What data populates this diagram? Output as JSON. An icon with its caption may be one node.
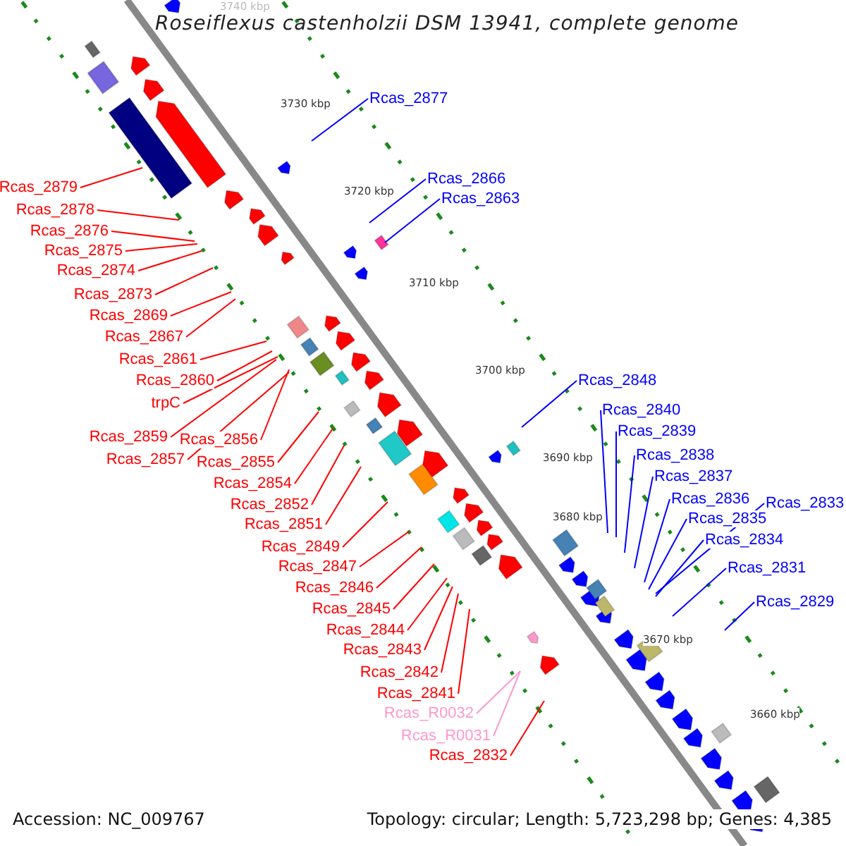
{
  "diagram": {
    "title": "Roseiflexus castenholzii DSM 13941, complete genome",
    "nodes": [
      {
        "text": [
          "Rcas_2879"
        ]
      },
      {
        "text": [
          "Rcas_2878"
        ]
      },
      {
        "text": [
          "Rcas_2876"
        ]
      },
      {
        "text": [
          "Rcas_2875"
        ]
      },
      {
        "text": [
          "Rcas_2874"
        ]
      },
      {
        "text": [
          "Rcas_2873"
        ]
      },
      {
        "text": [
          "Rcas_2869"
        ]
      },
      {
        "text": [
          "Rcas_2867"
        ]
      },
      {
        "text": [
          "Rcas_2861"
        ]
      },
      {
        "text": [
          "Rcas_2860"
        ]
      },
      {
        "text": [
          "trpC"
        ]
      },
      {
        "text": [
          "Rcas_2859"
        ]
      },
      {
        "text": [
          "Rcas_2856"
        ]
      },
      {
        "text": [
          "Rcas_2857"
        ]
      },
      {
        "text": [
          "Rcas_2855"
        ]
      },
      {
        "text": [
          "Rcas_2854"
        ]
      },
      {
        "text": [
          "Rcas_2852"
        ]
      },
      {
        "text": [
          "Rcas_2851"
        ]
      },
      {
        "text": [
          "Rcas_2849"
        ]
      },
      {
        "text": [
          "Rcas_2847"
        ]
      },
      {
        "text": [
          "Rcas_2846"
        ]
      },
      {
        "text": [
          "Rcas_2845"
        ]
      },
      {
        "text": [
          "Rcas_2844"
        ]
      },
      {
        "text": [
          "Rcas_2843"
        ]
      },
      {
        "text": [
          "Rcas_2842"
        ]
      },
      {
        "text": [
          "Rcas_2841"
        ]
      },
      {
        "text": [
          "Rcas_R0032"
        ]
      },
      {
        "text": [
          "Rcas_R0031"
        ]
      },
      {
        "text": [
          "Rcas_2832"
        ]
      },
      {
        "text": [
          "Rcas_2877"
        ]
      },
      {
        "text": [
          "Rcas_2866"
        ]
      },
      {
        "text": [
          "Rcas_2863"
        ]
      },
      {
        "text": [
          "Rcas_2848"
        ]
      },
      {
        "text": [
          "Rcas_2840"
        ]
      },
      {
        "text": [
          "Rcas_2839"
        ]
      },
      {
        "text": [
          "Rcas_2838"
        ]
      },
      {
        "text": [
          "Rcas_2837"
        ]
      },
      {
        "text": [
          "Rcas_2836"
        ]
      },
      {
        "text": [
          "Rcas_2835"
        ]
      },
      {
        "text": [
          "Rcas_2833"
        ]
      },
      {
        "text": [
          "Rcas_2834"
        ]
      },
      {
        "text": [
          "Rcas_2831"
        ]
      },
      {
        "text": [
          "Rcas_2829"
        ]
      }
    ],
    "edges": [
      {
        "from": 0,
        "to": null,
        "arrow": "none"
      },
      {
        "from": 1,
        "to": null,
        "arrow": "none"
      },
      {
        "from": 2,
        "to": null,
        "arrow": "none"
      },
      {
        "from": 3,
        "to": null,
        "arrow": "none"
      },
      {
        "from": 4,
        "to": null,
        "arrow": "none"
      },
      {
        "from": 5,
        "to": null,
        "arrow": "none"
      },
      {
        "from": 6,
        "to": null,
        "arrow": "none"
      },
      {
        "from": 7,
        "to": null,
        "arrow": "none"
      },
      {
        "from": 8,
        "to": null,
        "arrow": "none"
      },
      {
        "from": 9,
        "to": null,
        "arrow": "none"
      },
      {
        "from": 10,
        "to": null,
        "arrow": "none"
      },
      {
        "from": 11,
        "to": null,
        "arrow": "none"
      },
      {
        "from": 12,
        "to": null,
        "arrow": "none"
      },
      {
        "from": 13,
        "to": null,
        "arrow": "none"
      },
      {
        "from": 14,
        "to": null,
        "arrow": "none"
      },
      {
        "from": 15,
        "to": null,
        "arrow": "none"
      },
      {
        "from": 16,
        "to": null,
        "arrow": "none"
      },
      {
        "from": 17,
        "to": null,
        "arrow": "none"
      },
      {
        "from": 18,
        "to": null,
        "arrow": "none"
      },
      {
        "from": 19,
        "to": null,
        "arrow": "none"
      },
      {
        "from": 20,
        "to": null,
        "arrow": "none"
      },
      {
        "from": 21,
        "to": null,
        "arrow": "none"
      },
      {
        "from": 22,
        "to": null,
        "arrow": "none"
      },
      {
        "from": 23,
        "to": null,
        "arrow": "none"
      },
      {
        "from": 24,
        "to": null,
        "arrow": "none"
      },
      {
        "from": 25,
        "to": null,
        "arrow": "none"
      },
      {
        "from": 26,
        "to": null,
        "arrow": "none",
        "color": "#ff99cc"
      },
      {
        "from": 27,
        "to": null,
        "arrow": "none",
        "color": "#ff99cc"
      },
      {
        "from": 28,
        "to": null,
        "arrow": "none"
      },
      {
        "from": 29,
        "to": null,
        "arrow": "none",
        "color": "#0000ff"
      },
      {
        "from": 30,
        "to": null,
        "arrow": "none",
        "color": "#0000ff"
      },
      {
        "from": 31,
        "to": null,
        "arrow": "none",
        "color": "#0000ff"
      },
      {
        "from": 32,
        "to": null,
        "arrow": "none",
        "color": "#0000ff"
      },
      {
        "from": 33,
        "to": null,
        "arrow": "none",
        "color": "#0000ff"
      },
      {
        "from": 34,
        "to": null,
        "arrow": "none",
        "color": "#0000ff"
      },
      {
        "from": 35,
        "to": null,
        "arrow": "none",
        "color": "#0000ff"
      },
      {
        "from": 36,
        "to": null,
        "arrow": "none",
        "color": "#0000ff"
      },
      {
        "from": 37,
        "to": null,
        "arrow": "none",
        "color": "#0000ff"
      },
      {
        "from": 38,
        "to": null,
        "arrow": "none",
        "color": "#0000ff"
      },
      {
        "from": 39,
        "to": null,
        "arrow": "none",
        "color": "#0000ff"
      },
      {
        "from": 40,
        "to": null,
        "arrow": "none",
        "color": "#0000ff"
      },
      {
        "from": 41,
        "to": null,
        "arrow": "none",
        "color": "#0000ff"
      },
      {
        "from": 42,
        "to": null,
        "arrow": "none",
        "color": "#0000ff"
      }
    ],
    "labels": [
      "3740 kbp",
      "3730 kbp",
      "3720 kbp",
      "3710 kbp",
      "3700 kbp",
      "3690 kbp",
      "3680 kbp",
      "3670 kbp",
      "3660 kbp",
      "Accession: NC_009767",
      "Topology: circular; Length: 5,723,298 bp; Genes: 4,385"
    ]
  }
}
